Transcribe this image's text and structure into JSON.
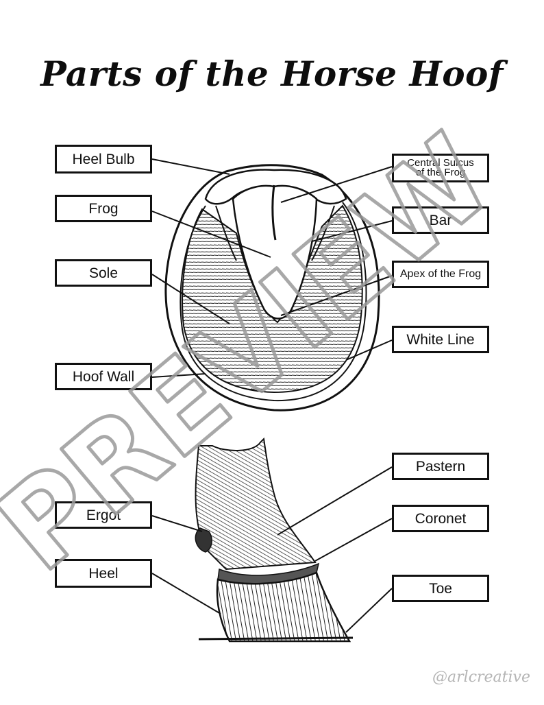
{
  "title": "Parts of the Horse Hoof",
  "labels": {
    "heel_bulb": "Heel Bulb",
    "frog": "Frog",
    "sole": "Sole",
    "hoof_wall": "Hoof Wall",
    "central_sulcus_line1": "Central Sulcus",
    "central_sulcus_line2": "of the Frog",
    "bar": "Bar",
    "apex": "Apex of the Frog",
    "white_line": "White Line",
    "pastern": "Pastern",
    "coronet": "Coronet",
    "toe": "Toe",
    "ergot": "Ergot",
    "heel": "Heel"
  },
  "watermark": "PREVIEW",
  "credit": "@arlcreative"
}
